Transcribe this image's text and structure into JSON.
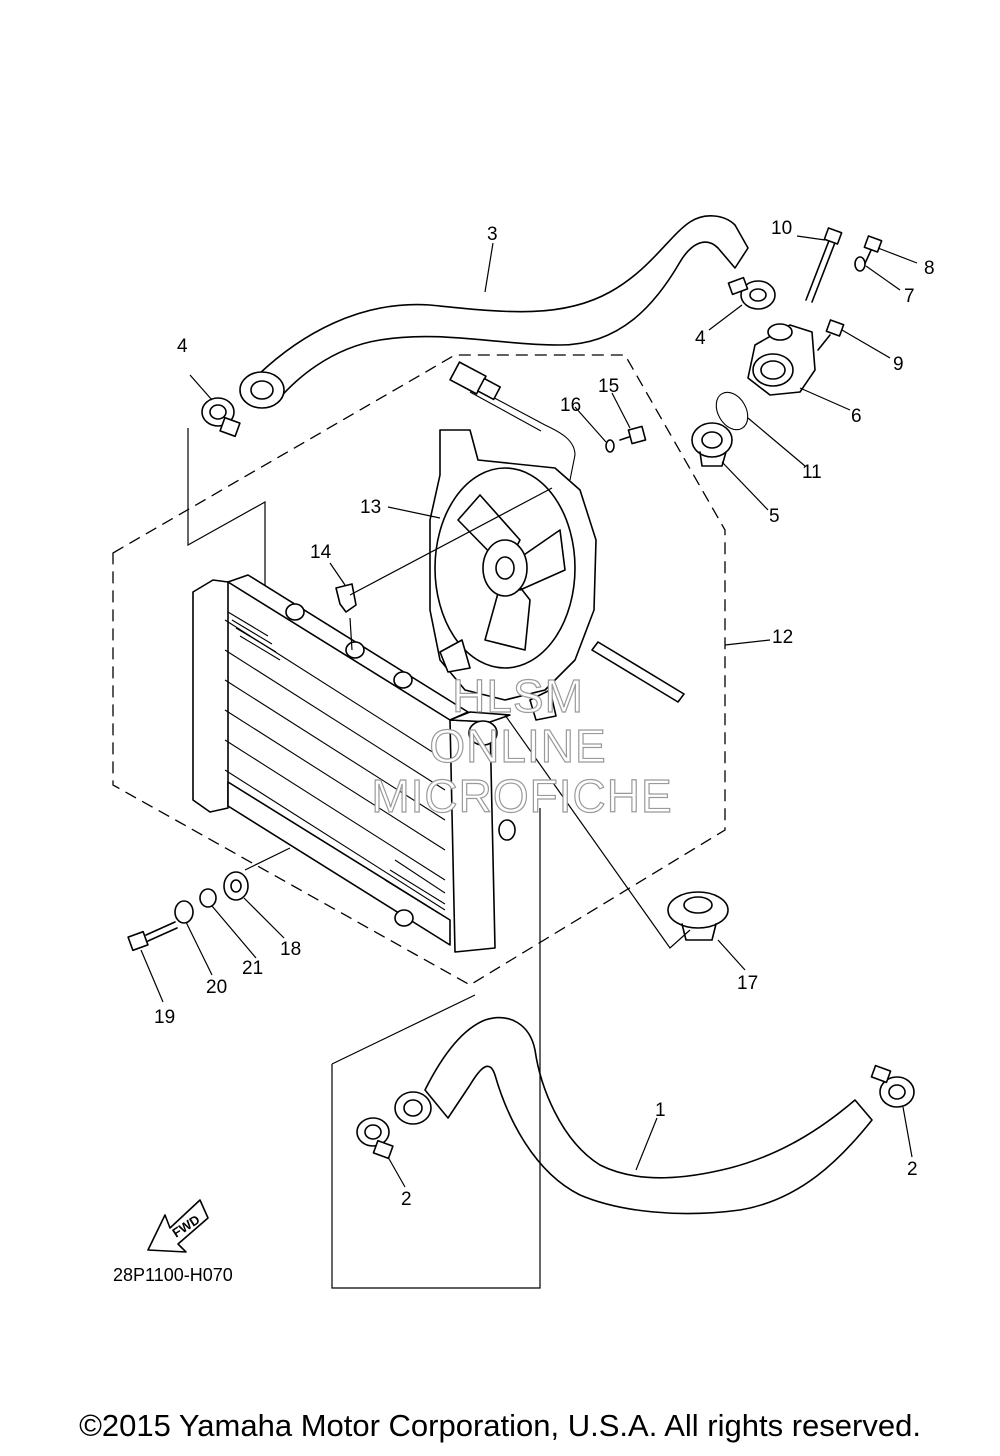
{
  "diagram": {
    "callouts": [
      "1",
      "2",
      "2",
      "3",
      "4",
      "4",
      "5",
      "6",
      "7",
      "8",
      "9",
      "10",
      "11",
      "12",
      "13",
      "14",
      "15",
      "16",
      "17",
      "18",
      "19",
      "20",
      "21"
    ],
    "fwd_label": "FWD",
    "diagram_code": "28P1100-H070",
    "copyright": "©2015 Yamaha Motor Corporation, U.S.A. All rights reserved."
  },
  "watermark": {
    "line1": "HLSM",
    "line2": "ONLINE",
    "line3": "MICROFICHE"
  }
}
